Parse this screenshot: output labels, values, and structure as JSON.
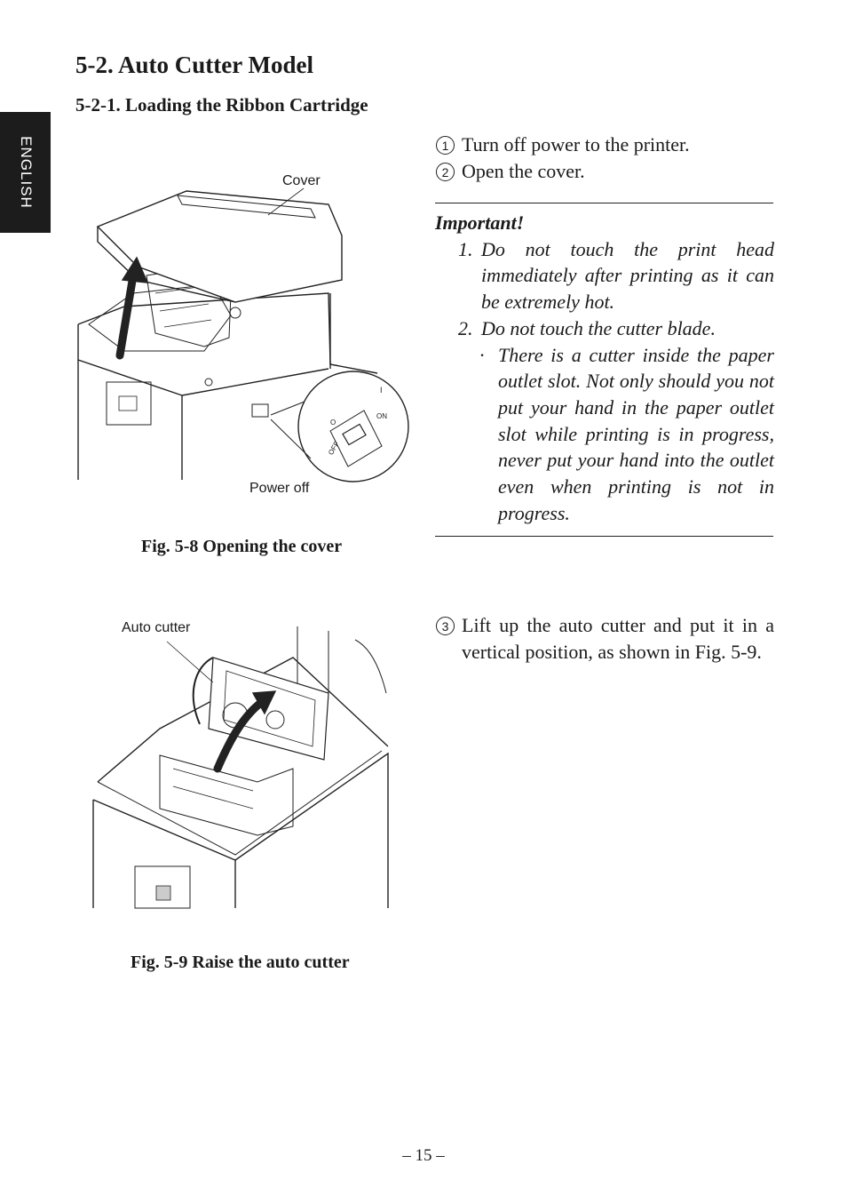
{
  "side_tab": "ENGLISH",
  "heading": "5-2.  Auto Cutter Model",
  "subheading": "5-2-1. Loading the Ribbon Cartridge",
  "steps": [
    {
      "num": "1",
      "text": "Turn off power to the printer."
    },
    {
      "num": "2",
      "text": "Open the cover."
    }
  ],
  "important": {
    "title": "Important!",
    "items": [
      {
        "num": "1.",
        "text": "Do not touch the print head immediately after printing as it can be extremely hot."
      },
      {
        "num": "2.",
        "text": "Do not touch the cutter blade."
      }
    ],
    "sub_bullet": "·",
    "sub_text": "There is a cutter inside the paper outlet slot. Not only should you not put your hand in the paper outlet slot while printing is in progress, never put your hand into the outlet even when printing is not in progress."
  },
  "figure1": {
    "label_cover": "Cover",
    "label_power_off": "Power off",
    "switch_o": "O",
    "switch_on": "ON",
    "switch_off": "OFF",
    "switch_i": "I",
    "caption": "Fig. 5-8 Opening the cover"
  },
  "step3": {
    "num": "3",
    "text": "Lift up the auto cutter and put it in a vertical position, as shown in Fig. 5-9."
  },
  "figure2": {
    "label_auto_cutter": "Auto cutter",
    "caption": "Fig. 5-9 Raise the auto cutter"
  },
  "page_number": "– 15 –"
}
